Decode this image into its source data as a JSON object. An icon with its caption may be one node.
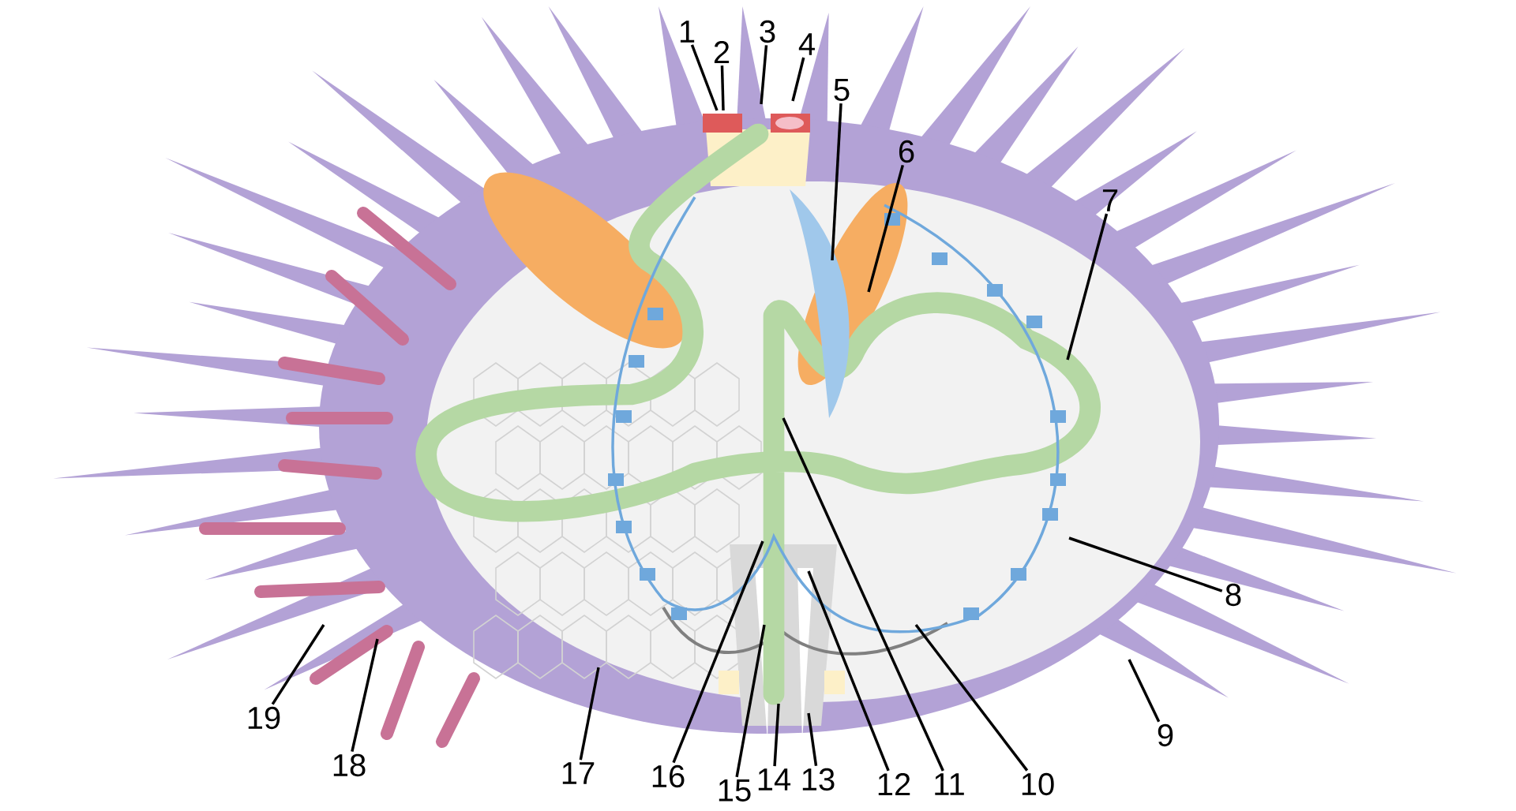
{
  "diagram": {
    "nodes": [
      {
        "text": [
          "1"
        ]
      },
      {
        "text": [
          "2"
        ]
      },
      {
        "text": [
          "3"
        ]
      },
      {
        "text": [
          "4"
        ]
      },
      {
        "text": [
          "5"
        ]
      },
      {
        "text": [
          "6"
        ]
      },
      {
        "text": [
          "7"
        ]
      },
      {
        "text": [
          "8"
        ]
      },
      {
        "text": [
          "9"
        ]
      },
      {
        "text": [
          "10"
        ]
      },
      {
        "text": [
          "11"
        ]
      },
      {
        "text": [
          "12"
        ]
      },
      {
        "text": [
          "13"
        ]
      },
      {
        "text": [
          "14"
        ]
      },
      {
        "text": [
          "15"
        ]
      },
      {
        "text": [
          "16"
        ]
      },
      {
        "text": [
          "17"
        ]
      },
      {
        "text": [
          "18"
        ]
      },
      {
        "text": [
          "19"
        ]
      }
    ],
    "edges": [
      {
        "from": 0,
        "to": null,
        "arrow": "none"
      },
      {
        "from": 1,
        "to": null,
        "arrow": "none"
      },
      {
        "from": 2,
        "to": null,
        "arrow": "none"
      },
      {
        "from": 3,
        "to": null,
        "arrow": "none"
      },
      {
        "from": 4,
        "to": null,
        "arrow": "none"
      },
      {
        "from": 5,
        "to": null,
        "arrow": "none"
      },
      {
        "from": 6,
        "to": null,
        "arrow": "none"
      },
      {
        "from": 7,
        "to": null,
        "arrow": "none"
      },
      {
        "from": 8,
        "to": null,
        "arrow": "none"
      },
      {
        "from": 9,
        "to": null,
        "arrow": "none"
      },
      {
        "from": 10,
        "to": null,
        "arrow": "none"
      },
      {
        "from": 11,
        "to": null,
        "arrow": "none"
      },
      {
        "from": 12,
        "to": null,
        "arrow": "none"
      },
      {
        "from": 13,
        "to": null,
        "arrow": "none"
      },
      {
        "from": 14,
        "to": null,
        "arrow": "none"
      },
      {
        "from": 15,
        "to": null,
        "arrow": "none"
      },
      {
        "from": 16,
        "to": null,
        "arrow": "none"
      },
      {
        "from": 17,
        "to": null,
        "arrow": "none"
      },
      {
        "from": 18,
        "to": null,
        "arrow": "none"
      }
    ]
  }
}
